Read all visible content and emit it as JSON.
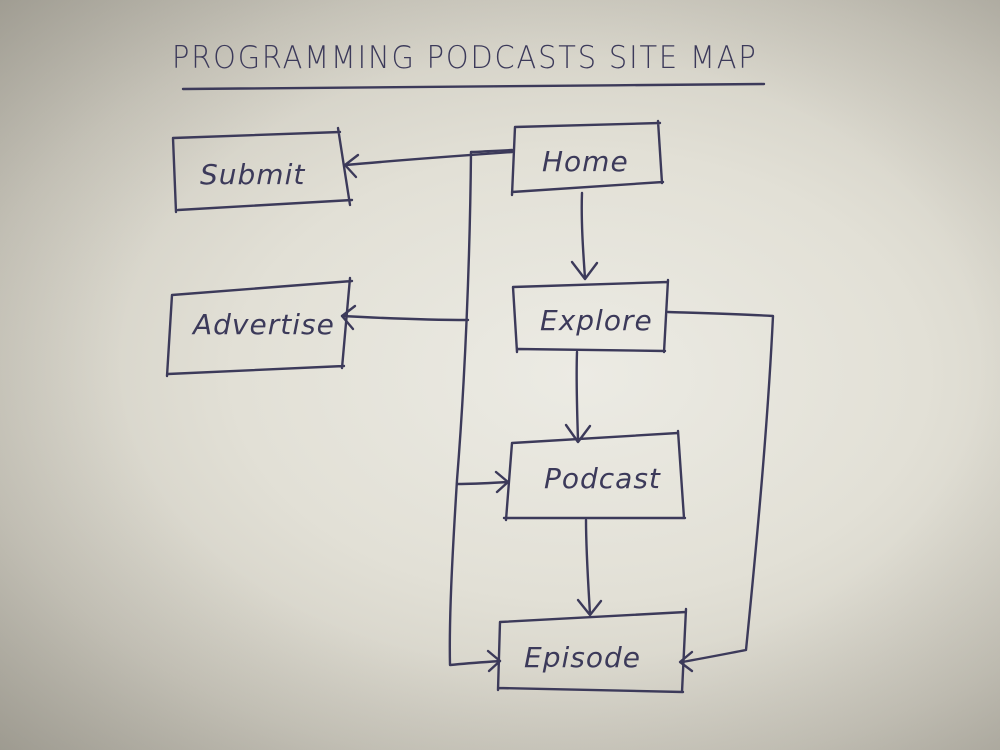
{
  "diagram": {
    "title": "PROGRAMMING PODCASTS SITE MAP",
    "nodes": [
      {
        "id": "home",
        "label": "Home"
      },
      {
        "id": "submit",
        "label": "Submit"
      },
      {
        "id": "advertise",
        "label": "Advertise"
      },
      {
        "id": "explore",
        "label": "Explore"
      },
      {
        "id": "podcast",
        "label": "Podcast"
      },
      {
        "id": "episode",
        "label": "Episode"
      }
    ],
    "edges": [
      {
        "from": "home",
        "to": "submit"
      },
      {
        "from": "home",
        "to": "advertise"
      },
      {
        "from": "home",
        "to": "explore"
      },
      {
        "from": "home",
        "to": "podcast"
      },
      {
        "from": "home",
        "to": "episode"
      },
      {
        "from": "explore",
        "to": "podcast"
      },
      {
        "from": "explore",
        "to": "episode"
      },
      {
        "from": "podcast",
        "to": "episode"
      }
    ],
    "ink_color": "#3c3a5a",
    "paper_color": "#e4e2d9"
  }
}
